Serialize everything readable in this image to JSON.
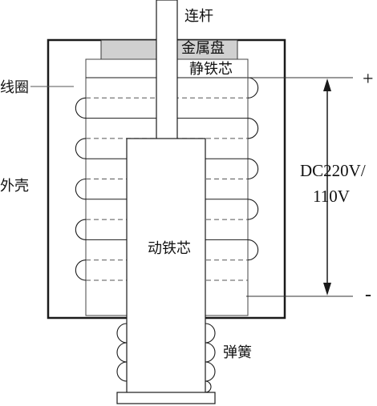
{
  "labels": {
    "connecting_rod": "连杆",
    "metal_disc": "金属盘",
    "static_core": "静铁芯",
    "coil": "线圈",
    "housing": "外壳",
    "moving_core": "动铁芯",
    "spring": "弹簧",
    "voltage_line1": "DC220V/",
    "voltage_line2": "110V",
    "plus": "+",
    "minus": "-"
  },
  "colors": {
    "stroke": "#1a1a1a",
    "metal_disc_fill": "#d0d0d0",
    "dashed": "#555555"
  }
}
